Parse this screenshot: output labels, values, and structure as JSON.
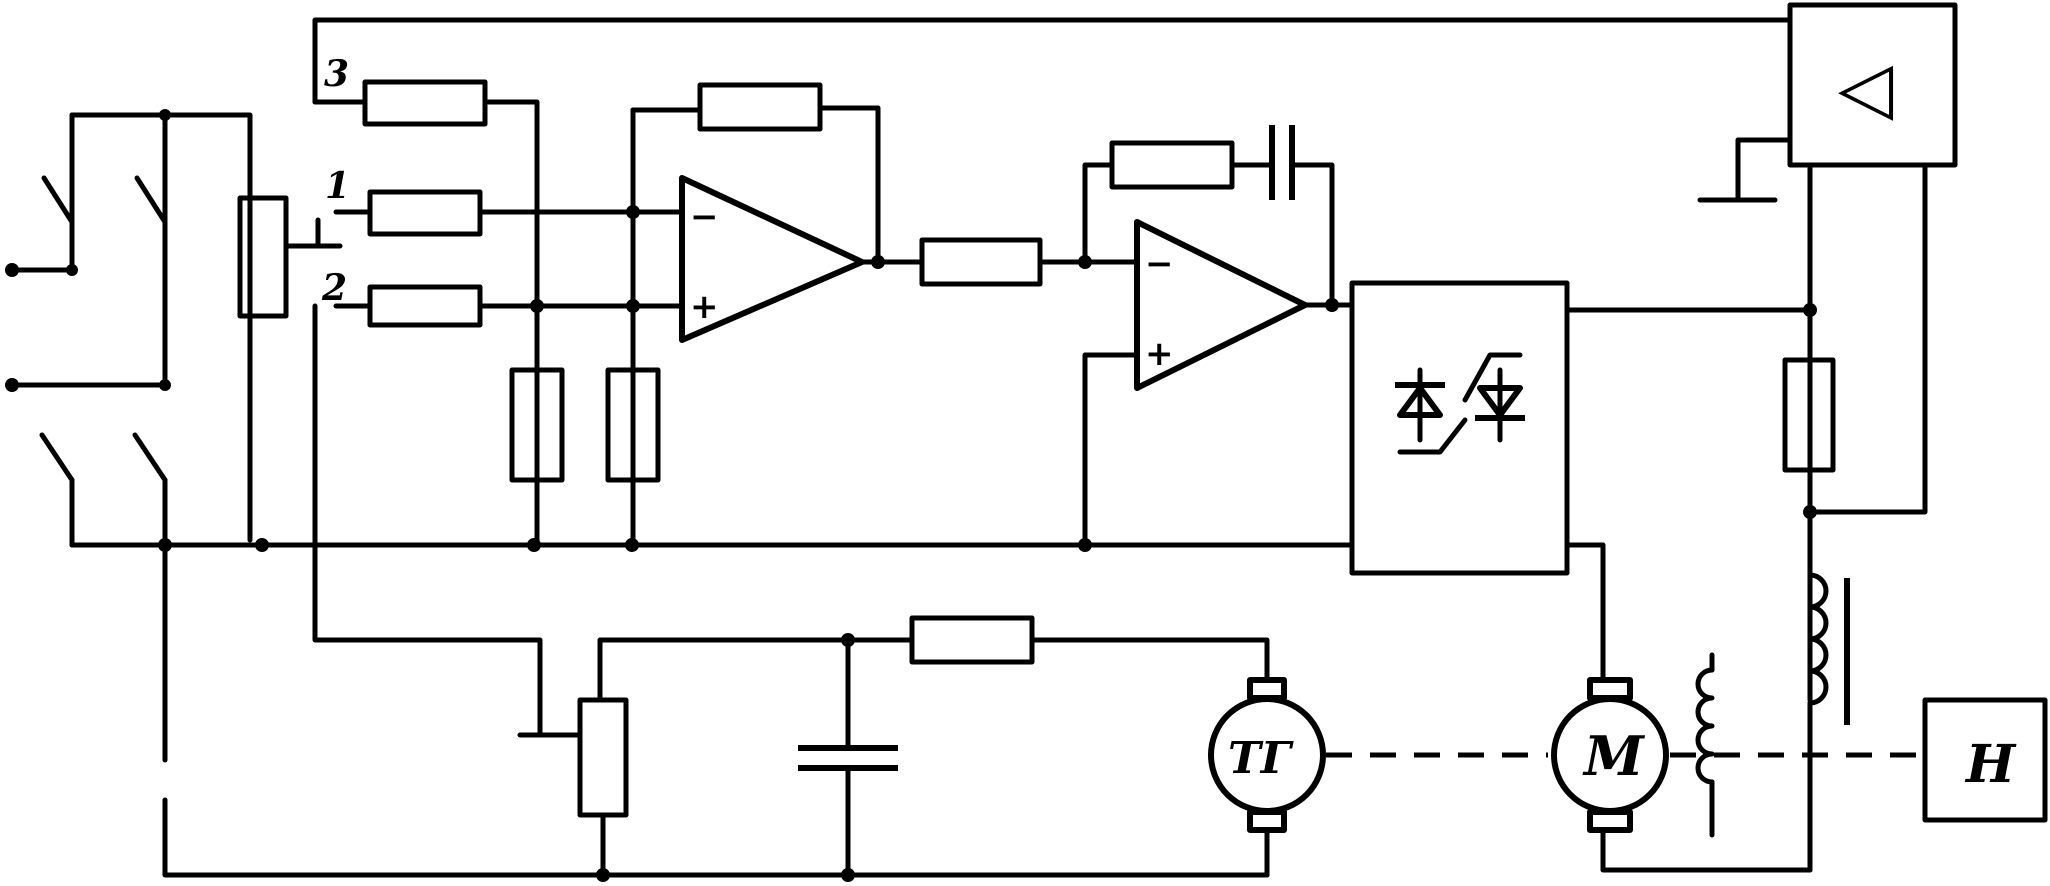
{
  "diagram": {
    "input_labels": {
      "in1": "1",
      "in2": "2",
      "in3": "3"
    },
    "opamp_signs": {
      "minus": "−",
      "plus": "+"
    },
    "protection_block_symbol": "◁",
    "tachogenerator_label": "ТГ",
    "motor_label": "М",
    "load_label": "Н"
  }
}
